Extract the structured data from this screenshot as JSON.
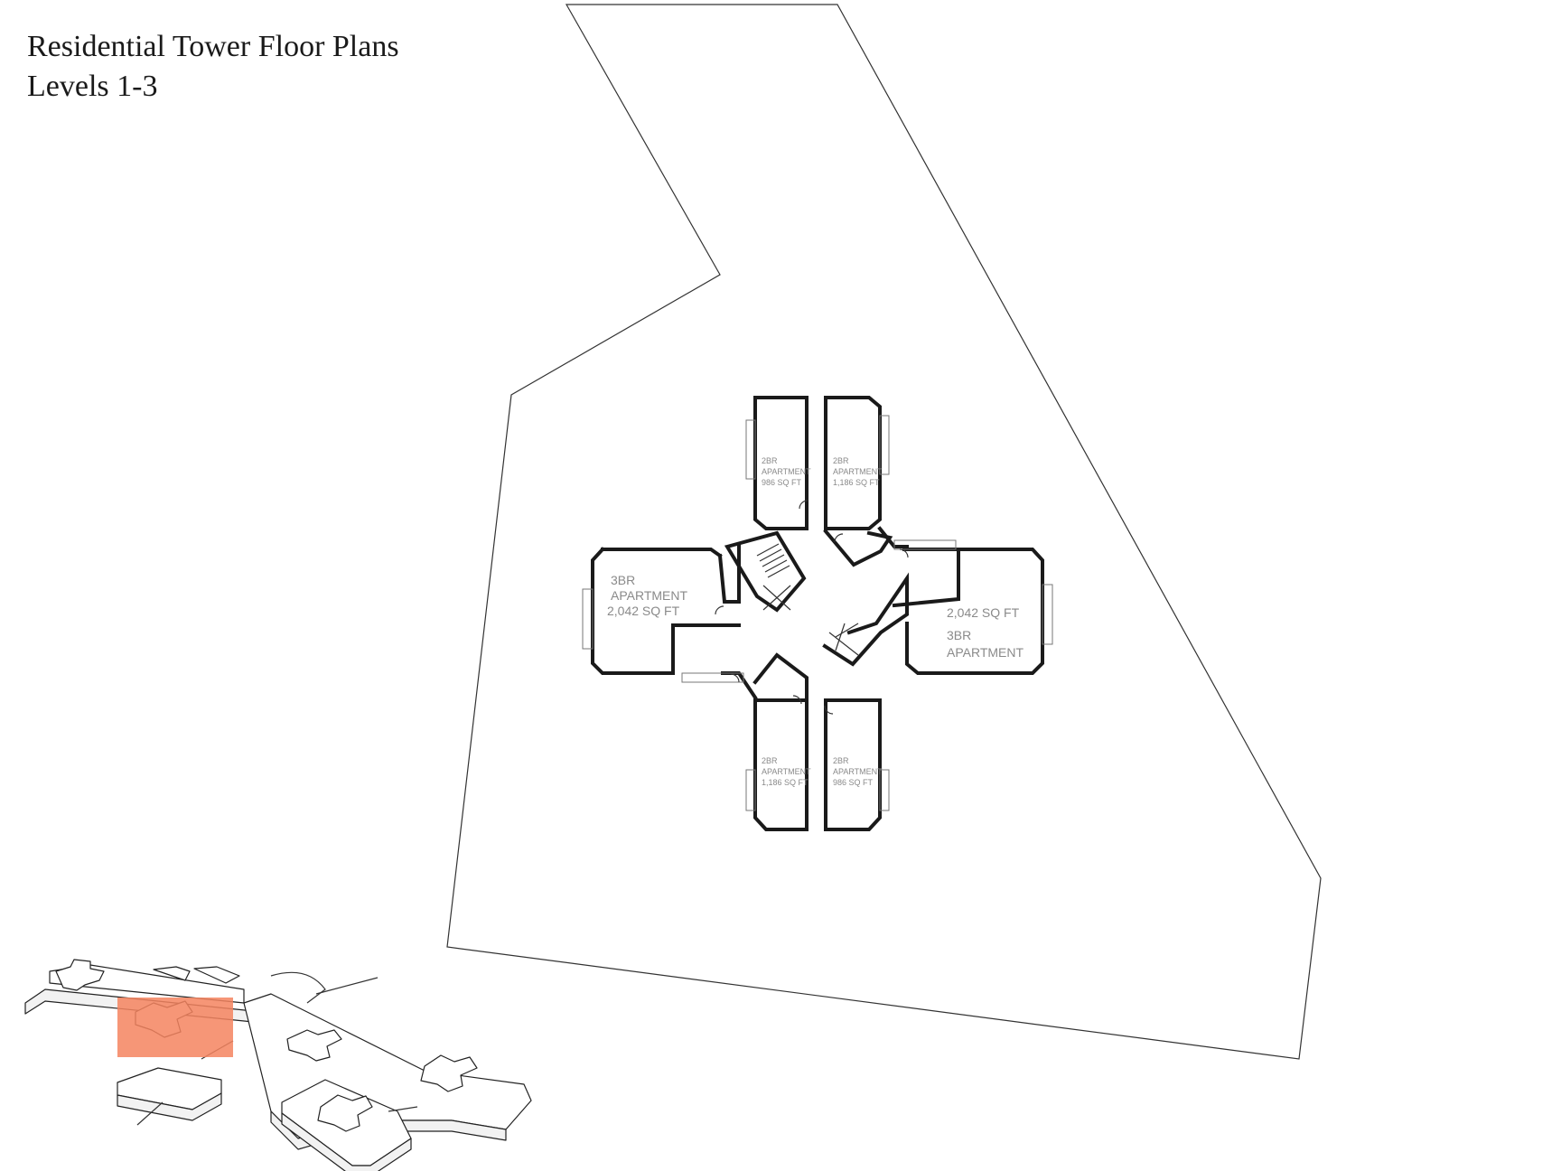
{
  "title": {
    "line1": "Residential Tower Floor Plans",
    "line2": "Levels 1-3"
  },
  "units": {
    "north_top_left": {
      "bed": "2BR",
      "type": "APARTMENT",
      "area": "986 SQ FT"
    },
    "north_top_right": {
      "bed": "2BR",
      "type": "APARTMENT",
      "area": "1,186 SQ FT"
    },
    "west": {
      "bed": "3BR",
      "type": "APARTMENT",
      "area": "2,042 SQ FT"
    },
    "east": {
      "bed": "3BR",
      "type": "APARTMENT",
      "area": "2,042 SQ FT"
    },
    "south_bottom_left": {
      "bed": "2BR",
      "type": "APARTMENT",
      "area": "1,186 SQ FT"
    },
    "south_bottom_right": {
      "bed": "2BR",
      "type": "APARTMENT",
      "area": "986 SQ FT"
    }
  },
  "colors": {
    "highlight": "#f4845f",
    "walls": "#1a1a1a",
    "label": "#8a8a8a"
  }
}
